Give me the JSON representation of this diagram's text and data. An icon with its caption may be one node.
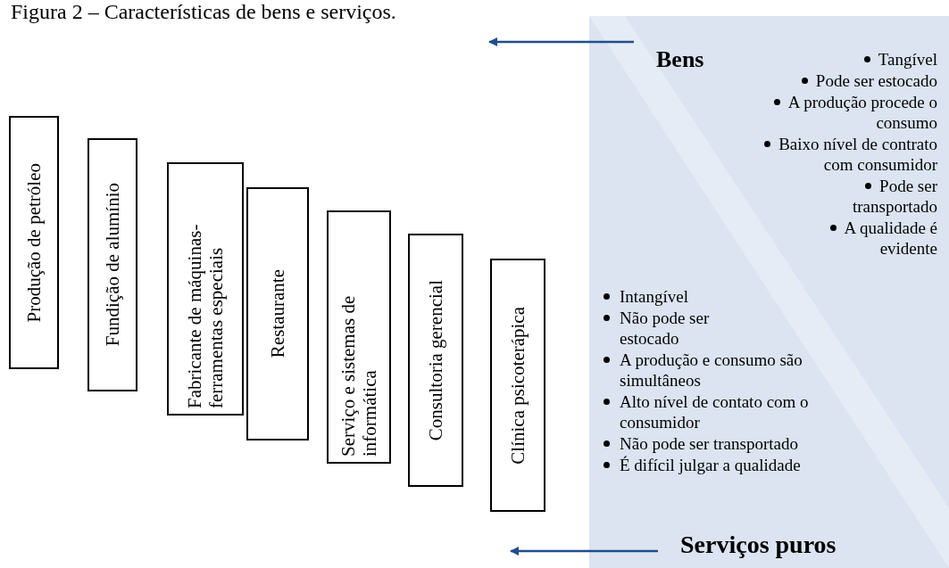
{
  "diagram": {
    "title": "Figura 2 – Características de bens e serviços.",
    "nodes": [
      {
        "text": [
          "Produção de petróleo"
        ]
      },
      {
        "text": [
          "Fundição de alumínio"
        ]
      },
      {
        "text": [
          "Fabricante de máquinas-ferramentas especiais"
        ]
      },
      {
        "text": [
          "Restaurante"
        ]
      },
      {
        "text": [
          "Serviço e sistemas de informática"
        ]
      },
      {
        "text": [
          "Consultoria gerencial"
        ]
      },
      {
        "text": [
          "Clínica psicoterápica"
        ]
      },
      {
        "text": [
          "Bens"
        ]
      },
      {
        "text": [
          "Serviços puros"
        ]
      }
    ],
    "edges": [
      {
        "from": 7,
        "to": null,
        "arrow": "to"
      },
      {
        "from": 8,
        "to": null,
        "arrow": "to"
      }
    ],
    "labels": [
      "Tangível",
      "Pode ser estocado",
      "A produção procede o consumo",
      "Baixo nível de contrato com consumidor",
      "Pode ser transportado",
      "A qualidade é evidente",
      "Intangível",
      "Não pode ser estocado",
      "A produção e consumo são simultâneos",
      "Alto nível de contato com o consumidor",
      "Não pode ser transportado",
      "É difícil julgar a qualidade"
    ]
  }
}
